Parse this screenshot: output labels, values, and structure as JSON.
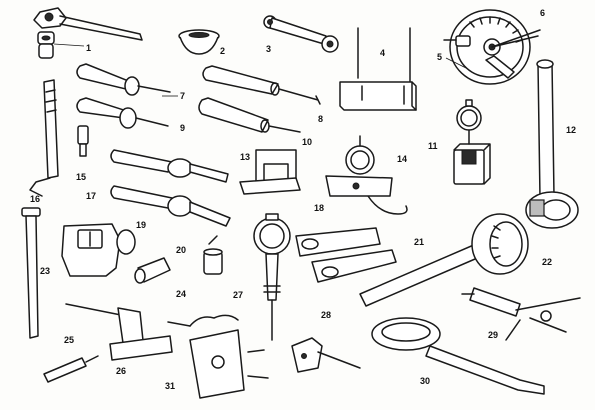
{
  "callouts": [
    {
      "id": "c1",
      "text": "1"
    },
    {
      "id": "c2",
      "text": "2"
    },
    {
      "id": "c3",
      "text": "3"
    },
    {
      "id": "c4",
      "text": "4"
    },
    {
      "id": "c5",
      "text": "5"
    },
    {
      "id": "c6",
      "text": "6"
    },
    {
      "id": "c7",
      "text": "7"
    },
    {
      "id": "c8",
      "text": "8"
    },
    {
      "id": "c9",
      "text": "9"
    },
    {
      "id": "c10",
      "text": "10"
    },
    {
      "id": "c11",
      "text": "11"
    },
    {
      "id": "c12",
      "text": "12"
    },
    {
      "id": "c13",
      "text": "13"
    },
    {
      "id": "c14",
      "text": "14"
    },
    {
      "id": "c15",
      "text": "15"
    },
    {
      "id": "c16",
      "text": "16"
    },
    {
      "id": "c17",
      "text": "17"
    },
    {
      "id": "c18",
      "text": "18"
    },
    {
      "id": "c19",
      "text": "19"
    },
    {
      "id": "c20",
      "text": "20"
    },
    {
      "id": "c21",
      "text": "21"
    },
    {
      "id": "c22",
      "text": "22"
    },
    {
      "id": "c23",
      "text": "23"
    },
    {
      "id": "c24",
      "text": "24"
    },
    {
      "id": "c25",
      "text": "25"
    },
    {
      "id": "c26",
      "text": "26"
    },
    {
      "id": "c27",
      "text": "27"
    },
    {
      "id": "c28",
      "text": "28"
    },
    {
      "id": "c29",
      "text": "29"
    },
    {
      "id": "c30",
      "text": "30"
    },
    {
      "id": "c31",
      "text": "31"
    }
  ],
  "colors": {
    "ink": "#1a1a1a",
    "paper": "#fdfdfb"
  }
}
